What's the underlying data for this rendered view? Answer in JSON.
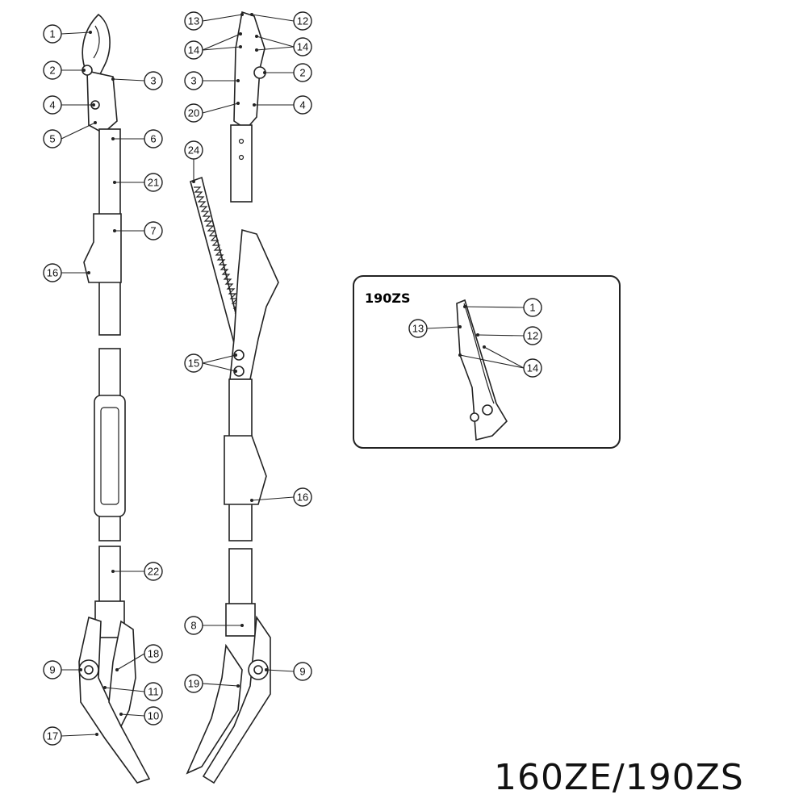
{
  "diagram": {
    "footer_title": "160ZE/190ZS",
    "inset": {
      "title": "190ZS",
      "labels": [
        "1",
        "13",
        "12",
        "14"
      ]
    },
    "left_tool_labels": [
      "1",
      "2",
      "3",
      "4",
      "5",
      "6",
      "21",
      "7",
      "16",
      "22",
      "9",
      "18",
      "11",
      "10",
      "17"
    ],
    "right_tool_labels": [
      "13",
      "12",
      "14",
      "14",
      "3",
      "2",
      "20",
      "4",
      "24",
      "15",
      "16",
      "8",
      "19",
      "9"
    ]
  }
}
